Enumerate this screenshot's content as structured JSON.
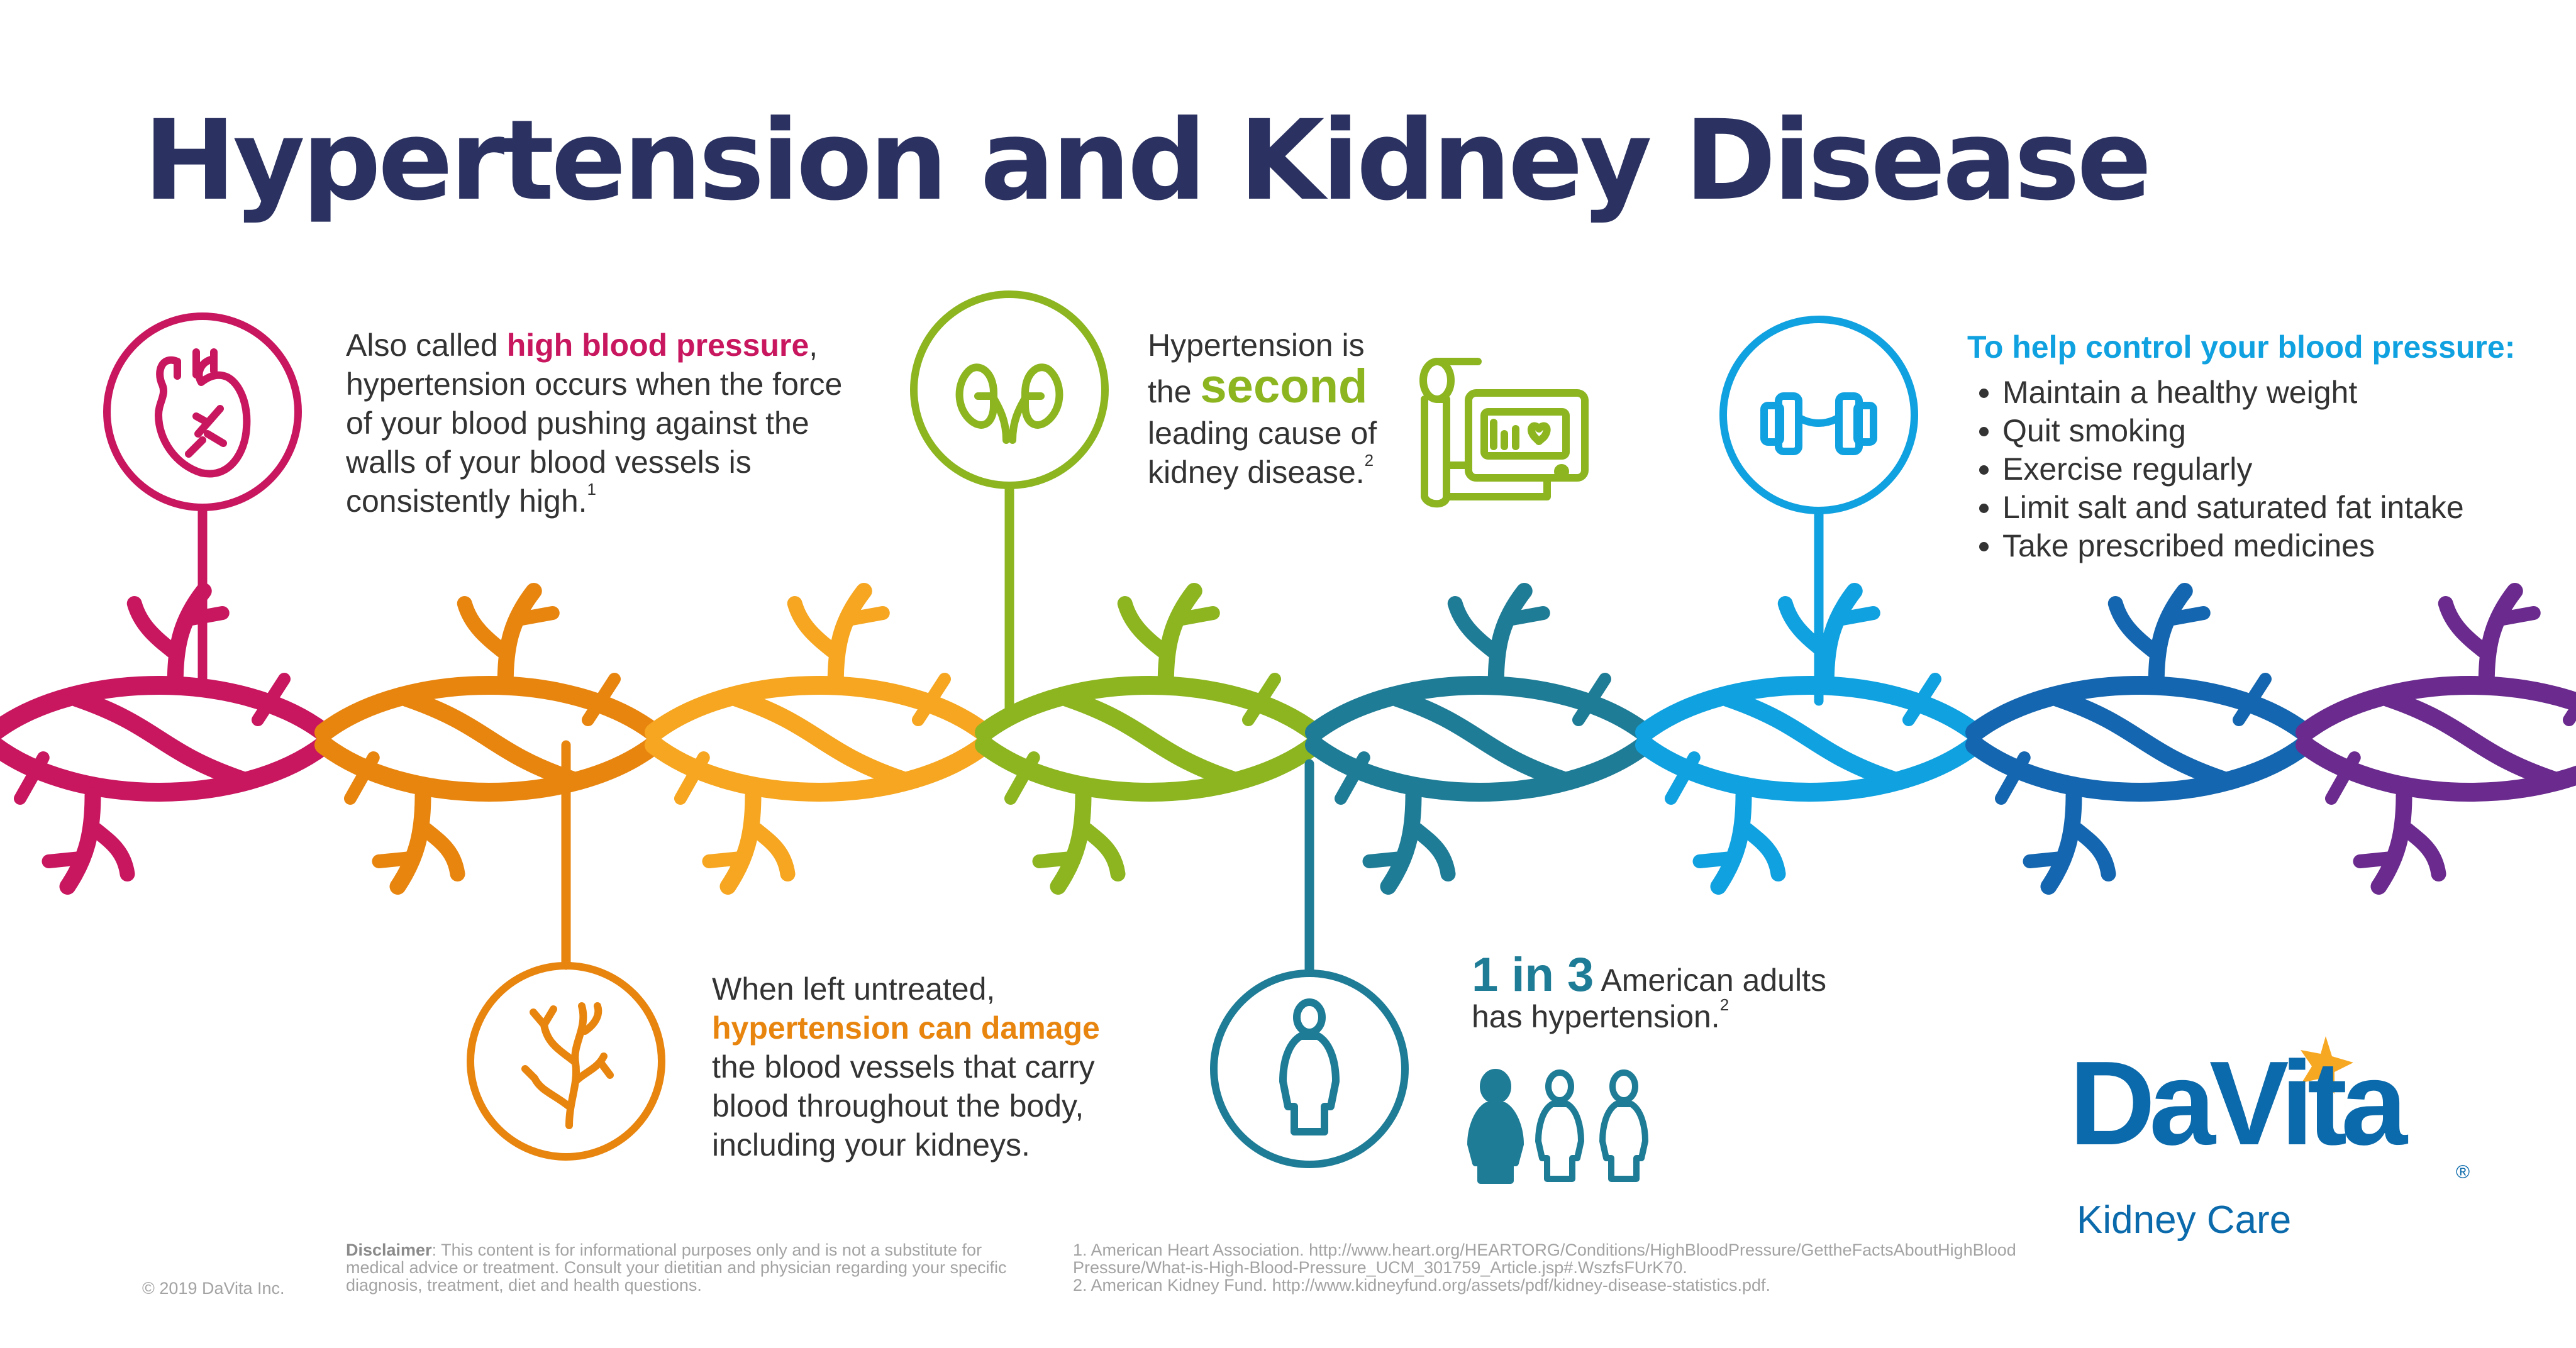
{
  "title": "Hypertension and Kidney Disease",
  "block1": {
    "pre": "Also called ",
    "highlight": "high blood pressure",
    "post": ", hypertension occurs when the force of your blood pushing against the walls of your blood vessels is consistently high.",
    "sup": "1"
  },
  "block2": {
    "line1": "Hypertension is",
    "line2_pre": "the ",
    "highlight": "second",
    "line3": "leading cause of",
    "line4": "kidney disease.",
    "sup": "2"
  },
  "block3": {
    "line1": "When left untreated,",
    "highlight": "hypertension can damage",
    "rest": "the blood vessels that carry blood throughout the body, including your kidneys."
  },
  "block4": {
    "highlight": "1 in 3",
    "rest1": " American adults",
    "rest2": "has hypertension.",
    "sup": "2"
  },
  "tips": {
    "title": "To help control your blood pressure:",
    "items": [
      "Maintain a healthy weight",
      "Quit smoking",
      "Exercise regularly",
      "Limit salt and saturated fat intake",
      "Take prescribed medicines"
    ]
  },
  "footer": {
    "copyright": "© 2019 DaVita Inc.",
    "disclaimer_label": "Disclaimer",
    "disclaimer_text": ": This content is for informational purposes only and is not a substitute for medical advice or treatment. Consult your dietitian and physician regarding your specific diagnosis, treatment, diet and health questions.",
    "ref1": "1. American Heart Association. http://www.heart.org/HEARTORG/Conditions/HighBloodPressure/GettheFactsAboutHighBloodPressure/What-is-High-Blood-Pressure_UCM_301759_Article.jsp#.WszfsFUrK70.",
    "ref2": "2. American Kidney Fund. http://www.kidneyfund.org/assets/pdf/kidney-disease-statistics.pdf."
  },
  "logo": {
    "wordmark": "DaVita",
    "registered": "®",
    "sub": "Kidney Care"
  },
  "icons": [
    "heart-icon",
    "kidneys-icon",
    "blood-pressure-monitor-icon",
    "dumbbell-icon",
    "blood-vessels-icon",
    "person-icon",
    "people-icon",
    "star-icon"
  ],
  "colors": {
    "pink": "#c8165f",
    "orange": "#e8850f",
    "amber": "#f6a620",
    "green": "#8cb520",
    "teal": "#1e7c96",
    "sky": "#10a1e0",
    "navy": "#1466b0",
    "purple": "#6a2a8e",
    "title": "#2b3261",
    "logo": "#0b6aab"
  }
}
